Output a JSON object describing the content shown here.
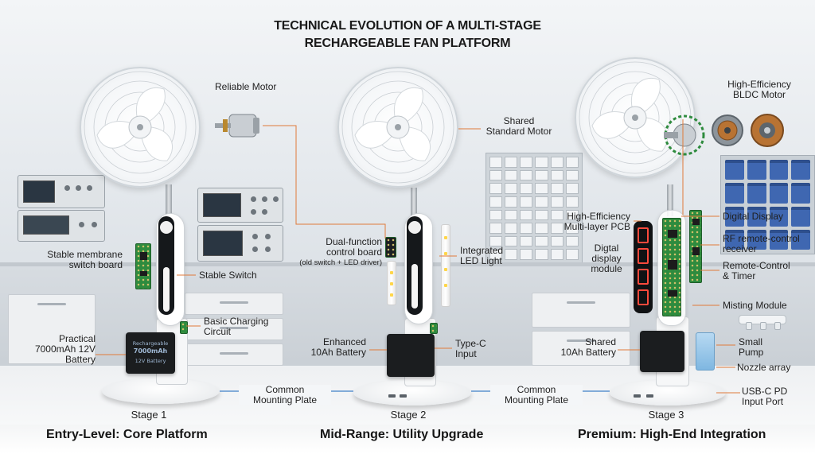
{
  "title": {
    "line1": "TECHNICAL EVOLUTION OF A MULTI-STAGE",
    "line2": "RECHARGEABLE FAN PLATFORM"
  },
  "stages": [
    {
      "stage_label": "Stage 1",
      "tier_label": "Entry-Level: Core Platform",
      "battery_print": [
        "Rechargeable",
        "7000mAh",
        "12V Battery"
      ],
      "callouts": {
        "motor": "Reliable Motor",
        "switch_board": [
          "Stable membrane",
          "switch board"
        ],
        "switch": "Stable Switch",
        "charging": [
          "Basic Charging",
          "Circuit"
        ],
        "battery": [
          "Practical",
          "7000mAh 12V",
          "Battery"
        ]
      }
    },
    {
      "stage_label": "Stage 2",
      "tier_label": "Mid-Range: Utility Upgrade",
      "callouts": {
        "motor": [
          "Shared",
          "Standard Motor"
        ],
        "control_board": [
          "Dual-function",
          "control board"
        ],
        "control_board_note": "(old switch + LED driver)",
        "led_light": [
          "Integrated",
          "LED Light"
        ],
        "battery": [
          "Enhanced",
          "10Ah Battery"
        ],
        "input": [
          "Type-C",
          "Input"
        ]
      }
    },
    {
      "stage_label": "Stage 3",
      "tier_label": "Premium: High-End Integration",
      "callouts": {
        "motor": [
          "High-Efficiency",
          "BLDC Motor"
        ],
        "pcb": [
          "High-Efficiency",
          "Multi-layer PCB"
        ],
        "digital_display": "Digital Display",
        "display_module": [
          "Digtal",
          "display",
          "module"
        ],
        "rf_receiver": [
          "RF remote-control",
          "receiver"
        ],
        "remote_timer": [
          "Remote-Control",
          "& Timer"
        ],
        "misting": "Misting Module",
        "pump": [
          "Small",
          "Pump"
        ],
        "nozzle": "Nozzle array",
        "battery": [
          "Shared",
          "10Ah Battery"
        ],
        "port": [
          "USB-C PD",
          "Input Port"
        ]
      }
    }
  ],
  "common_plate": [
    [
      "Common",
      "Mounting Plate"
    ],
    [
      "Common",
      "Mounting Plate"
    ]
  ],
  "icons": {
    "fan_blade": "fan-blade-icon",
    "motor": "motor-icon",
    "battery": "battery-icon",
    "pcb": "pcb-icon"
  },
  "colors": {
    "leader_line": "#e07a3a",
    "connector_line": "#3f7fc8",
    "pcb_green": "#2e8b3e",
    "segment_red": "#ff4a3c",
    "bin_blue": "#3f67b1"
  }
}
